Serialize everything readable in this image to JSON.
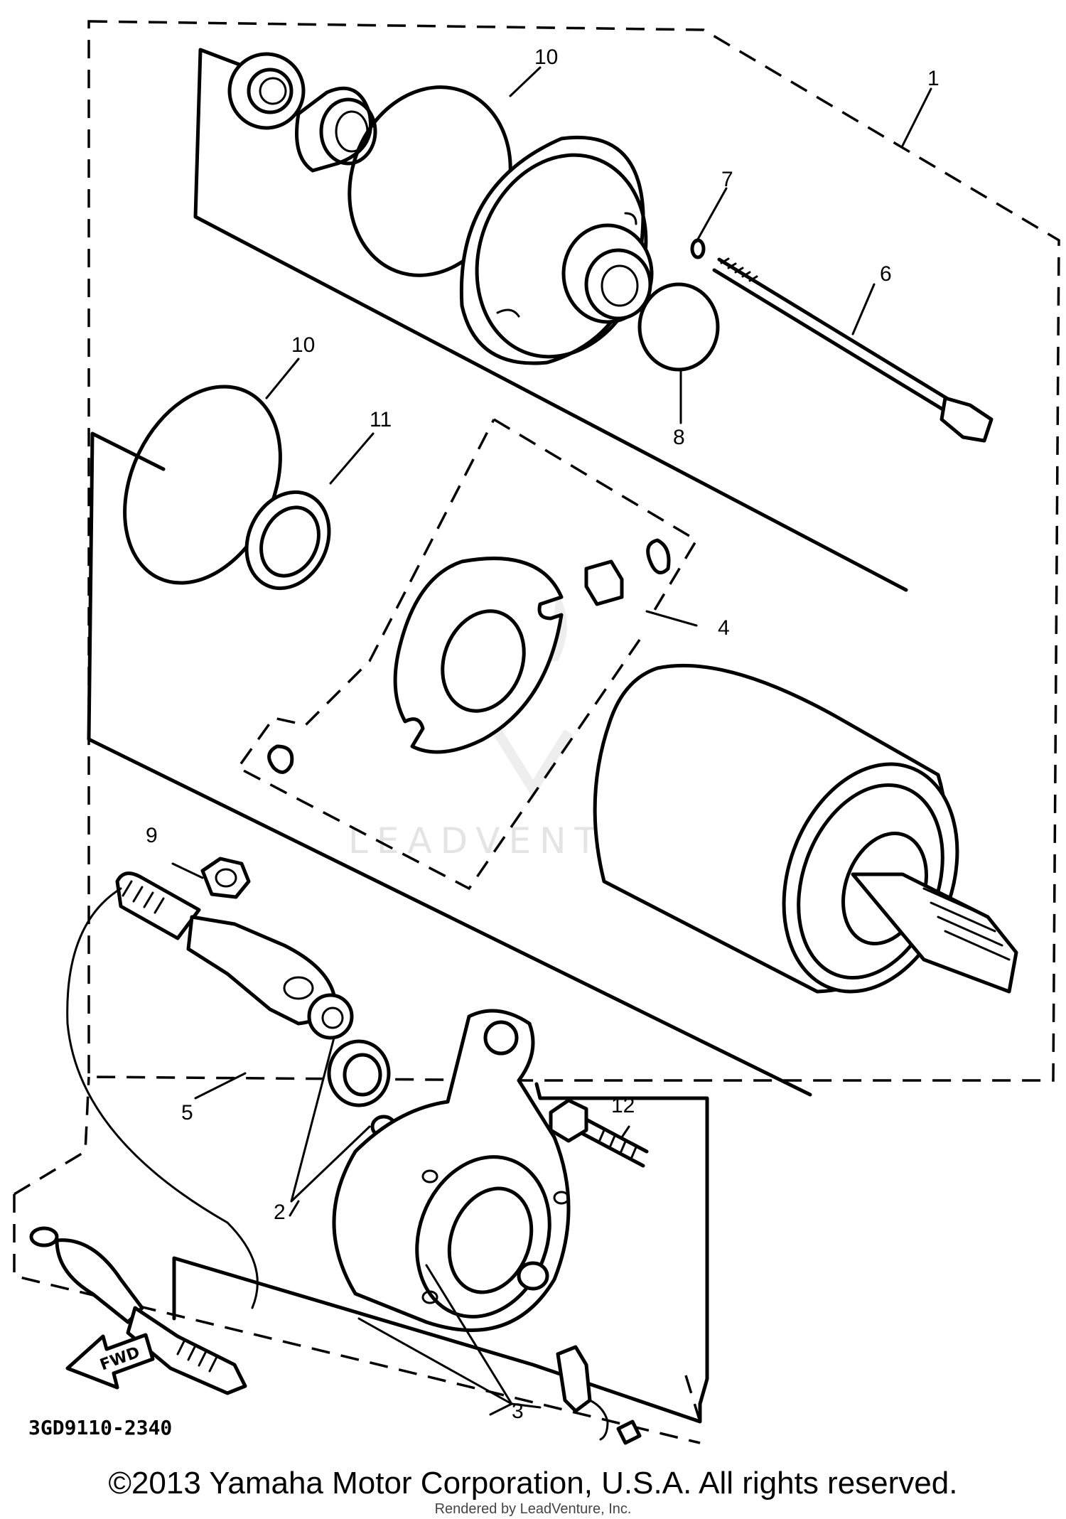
{
  "callouts": {
    "c1": "1",
    "c2": "2",
    "c3": "3",
    "c4": "4",
    "c5": "5",
    "c6": "6",
    "c7": "7",
    "c8": "8",
    "c9": "9",
    "c10a": "10",
    "c10b": "10",
    "c11": "11",
    "c12": "12"
  },
  "fwd_label": "FWD",
  "diagram_code": "3GD9110-2340",
  "watermark": "LEADVENTURE",
  "copyright": "©2013 Yamaha Motor Corporation, U.S.A. All rights reserved.",
  "rendered_by": "Rendered by LeadVenture, Inc.",
  "colors": {
    "line": "#000000",
    "background": "#ffffff",
    "watermark": "#e4e4e4"
  }
}
